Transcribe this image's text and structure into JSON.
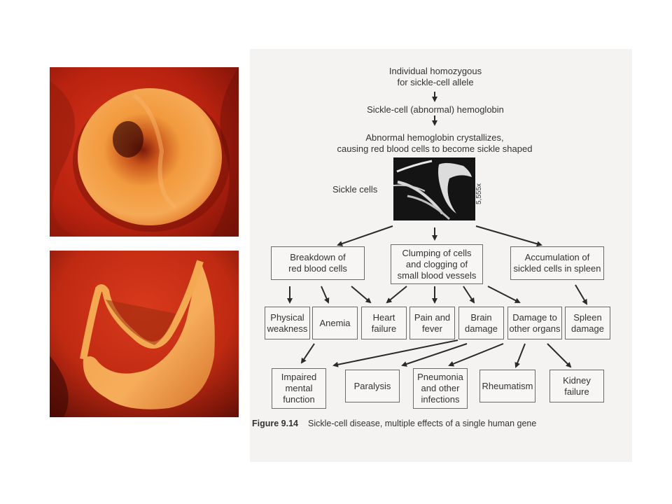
{
  "flow": {
    "step1": "Individual homozygous\nfor sickle-cell allele",
    "step2": "Sickle-cell (abnormal) hemoglobin",
    "step3": "Abnormal hemoglobin crystallizes,\ncausing red blood cells to become sickle shaped",
    "sickle_label": "Sickle cells",
    "magnification": "5,555x"
  },
  "level1": {
    "breakdown": "Breakdown of\nred blood cells",
    "clumping": "Clumping of cells\nand clogging of\nsmall blood vessels",
    "accumulation": "Accumulation of\nsickled cells in spleen"
  },
  "level2": {
    "weakness": "Physical\nweakness",
    "anemia": "Anemia",
    "heart": "Heart\nfailure",
    "pain": "Pain and\nfever",
    "brain": "Brain\ndamage",
    "organs": "Damage to\nother organs",
    "spleen": "Spleen\ndamage"
  },
  "level3": {
    "mental": "Impaired\nmental\nfunction",
    "paralysis": "Paralysis",
    "pneumonia": "Pneumonia\nand other\ninfections",
    "rheumatism": "Rheumatism",
    "kidney": "Kidney\nfailure"
  },
  "caption": {
    "number": "Figure 9.14",
    "text": "Sickle-cell disease, multiple effects of a single human gene"
  }
}
